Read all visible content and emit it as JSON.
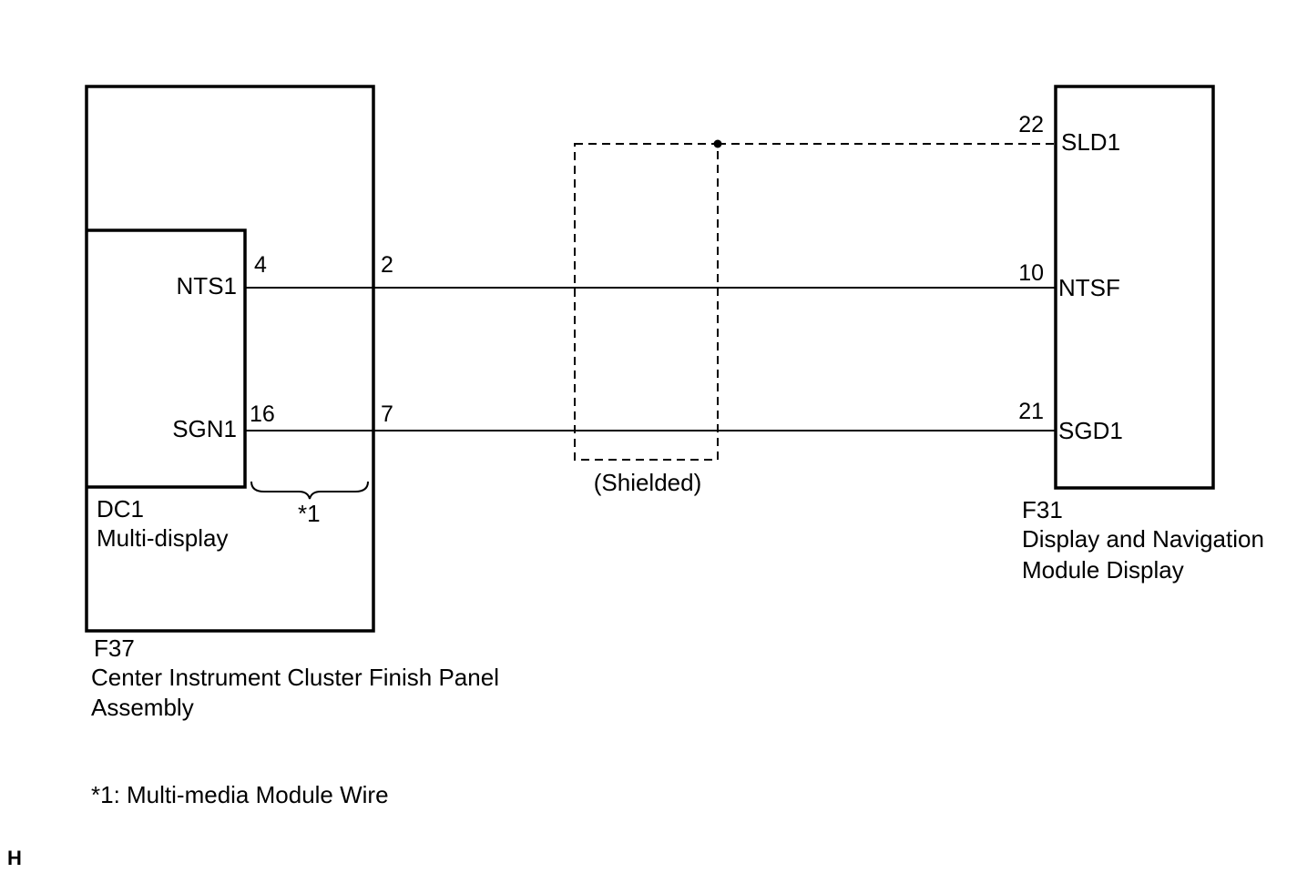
{
  "colors": {
    "line": "#000000",
    "background": "#ffffff"
  },
  "left_assembly": {
    "code": "F37",
    "name_line1": "Center Instrument Cluster Finish Panel",
    "name_line2": "Assembly",
    "connector_pins": [
      "2",
      "7"
    ]
  },
  "left_inner": {
    "code": "DC1",
    "name": "Multi-display",
    "terminals": [
      {
        "name": "NTS1",
        "pin": "4"
      },
      {
        "name": "SGN1",
        "pin": "16"
      }
    ]
  },
  "right_component": {
    "code": "F31",
    "name_line1": "Display and Navigation",
    "name_line2": "Module Display",
    "terminals": [
      {
        "name": "SLD1",
        "pin": "22"
      },
      {
        "name": "NTSF",
        "pin": "10"
      },
      {
        "name": "SGD1",
        "pin": "21"
      }
    ]
  },
  "shield_label": "(Shielded)",
  "brace_label": "*1",
  "footnote": "*1: Multi-media Module Wire",
  "corner_mark": "H"
}
